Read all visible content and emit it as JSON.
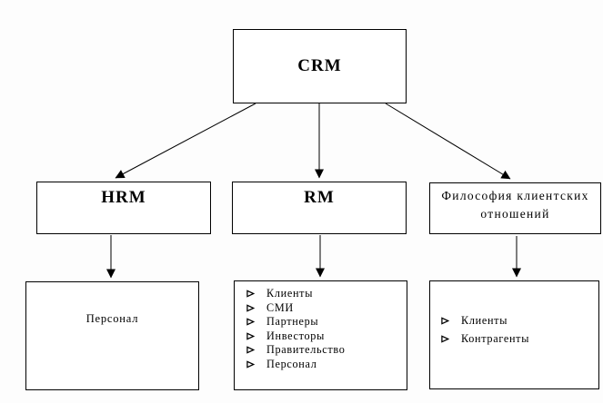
{
  "diagram": {
    "boxes": {
      "crm": {
        "label": "CRM"
      },
      "hrm": {
        "label": "HRM"
      },
      "rm": {
        "label": "RM"
      },
      "philosophy": {
        "label": "Философия клиентских отношений"
      },
      "personnel": {
        "label": "Персонал"
      },
      "rm_audiences": {
        "items": [
          "Клиенты",
          "СМИ",
          "Партнеры",
          "Инвесторы",
          "Правительство",
          "Персонал"
        ]
      },
      "philosophy_audiences": {
        "items": [
          "Клиенты",
          "Контрагенты"
        ]
      }
    },
    "icons": {
      "list_bullet": "arrow-bullet"
    },
    "colors": {
      "line": "#000000",
      "text": "#000000",
      "box_fill": "#ffffff",
      "background": "#fdfdfd"
    }
  }
}
